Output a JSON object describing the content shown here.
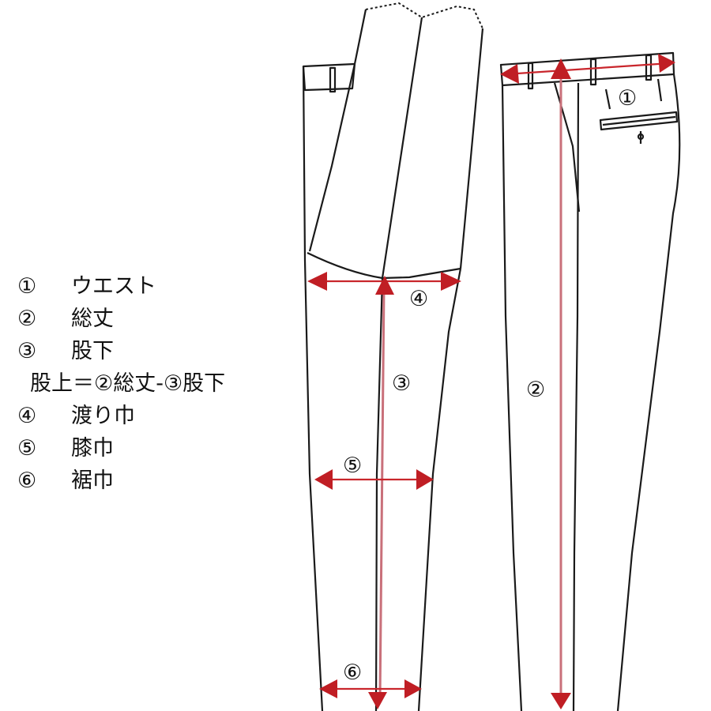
{
  "legend": {
    "items": [
      {
        "num": "①",
        "label": "ウエスト"
      },
      {
        "num": "②",
        "label": "総丈"
      },
      {
        "num": "③",
        "label": "股下"
      }
    ],
    "formula": "股上＝②総丈-③股下",
    "items2": [
      {
        "num": "④",
        "label": "渡り巾"
      },
      {
        "num": "⑤",
        "label": "膝巾"
      },
      {
        "num": "⑥",
        "label": "裾巾"
      }
    ]
  },
  "markers": {
    "waist": "①",
    "total_length": "②",
    "inseam": "③",
    "thigh": "④",
    "knee": "⑤",
    "hem": "⑥"
  },
  "colors": {
    "measure_line": "#c9262c",
    "arrowhead": "#c01e24",
    "outline": "#1a1a1a"
  }
}
